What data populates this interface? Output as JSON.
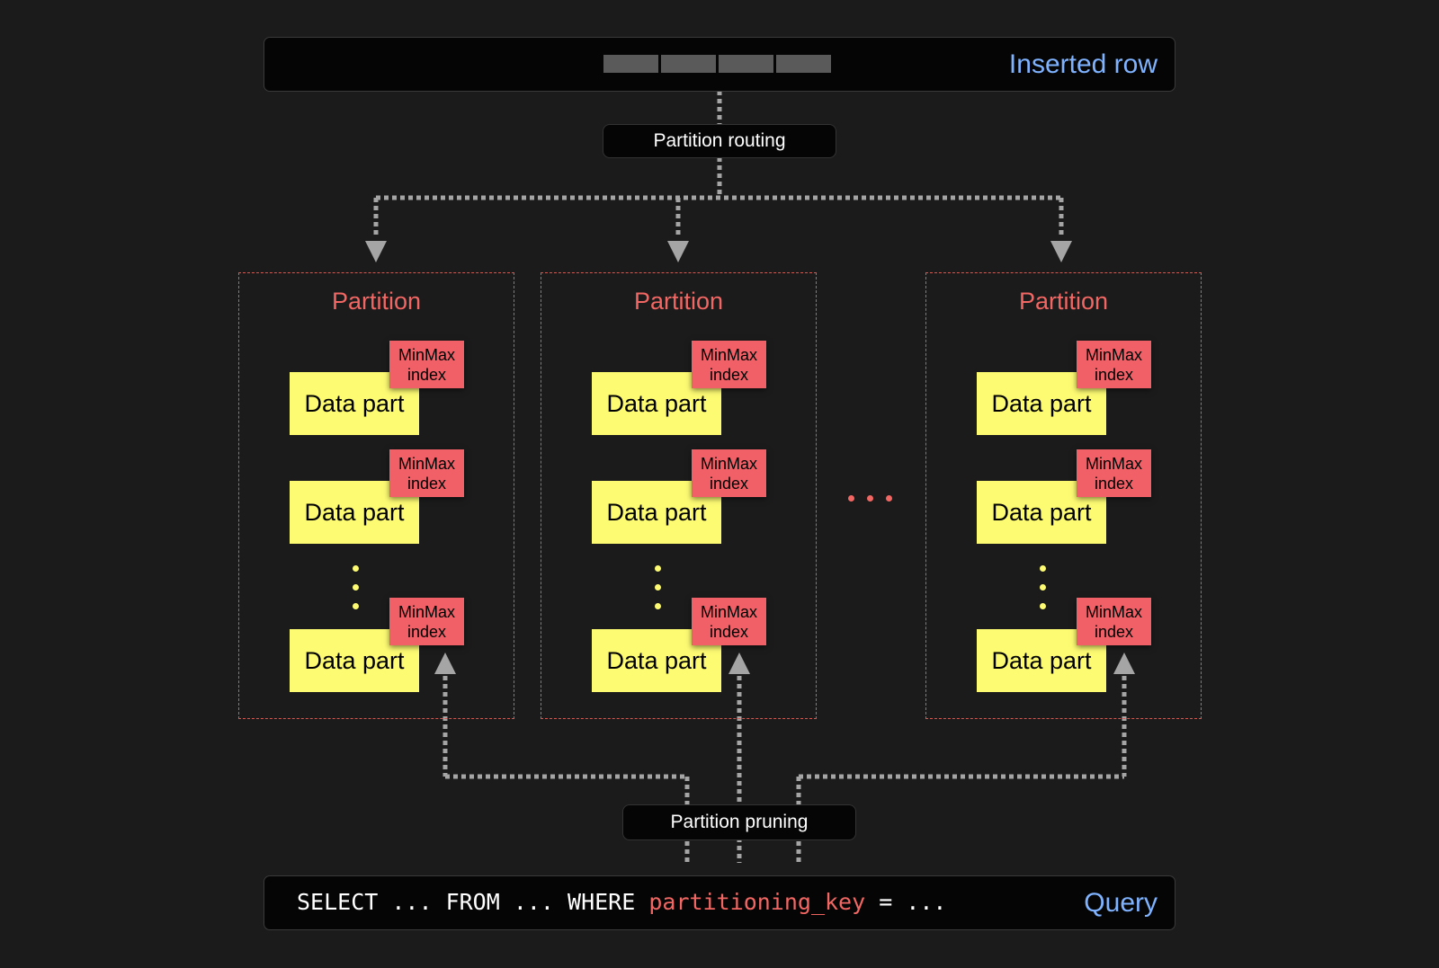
{
  "inserted_row": {
    "label": "Inserted row"
  },
  "routing": {
    "label": "Partition routing"
  },
  "pruning": {
    "label": "Partition pruning"
  },
  "partitions": [
    {
      "title": "Partition",
      "part_label": "Data part",
      "index_label_1": "MinMax",
      "index_label_2": "index"
    },
    {
      "title": "Partition",
      "part_label": "Data part",
      "index_label_1": "MinMax",
      "index_label_2": "index"
    },
    {
      "title": "Partition",
      "part_label": "Data part",
      "index_label_1": "MinMax",
      "index_label_2": "index"
    }
  ],
  "query": {
    "prefix": "SELECT ... FROM ... WHERE ",
    "key": "partitioning_key",
    "suffix": " = ...",
    "label": "Query"
  },
  "colors": {
    "background": "#1b1b1b",
    "data_part": "#fdfb72",
    "minmax_index": "#f26067",
    "partition_border": "#d9574f",
    "label_blue": "#7fb3ff",
    "connector": "#a0a0a0"
  }
}
